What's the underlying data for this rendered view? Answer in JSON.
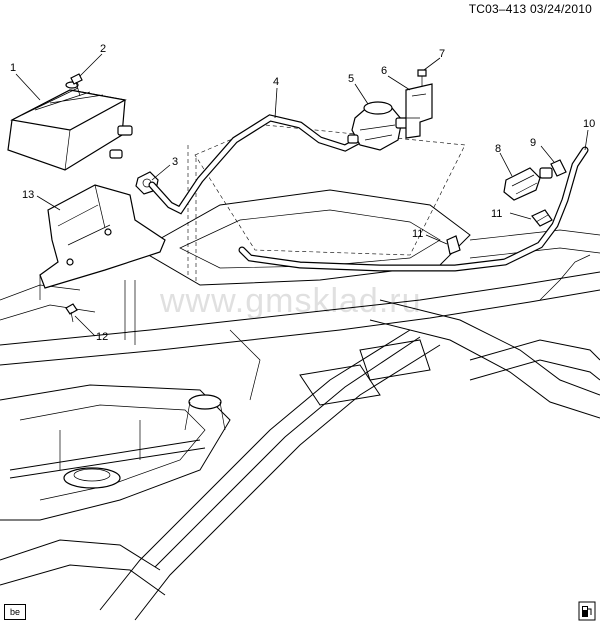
{
  "header": {
    "code": "TC03–413  03/24/2010"
  },
  "watermark": "www.gmsklad.ru",
  "callouts": {
    "c1": "1",
    "c2": "2",
    "c3": "3",
    "c4": "4",
    "c5": "5",
    "c6": "6",
    "c7": "7",
    "c8": "8",
    "c9": "9",
    "c10": "10",
    "c11a": "11",
    "c11b": "11",
    "c12": "12",
    "c13": "13"
  },
  "footer": {
    "view_tag": "be",
    "icon": "fuel-pump-icon"
  }
}
